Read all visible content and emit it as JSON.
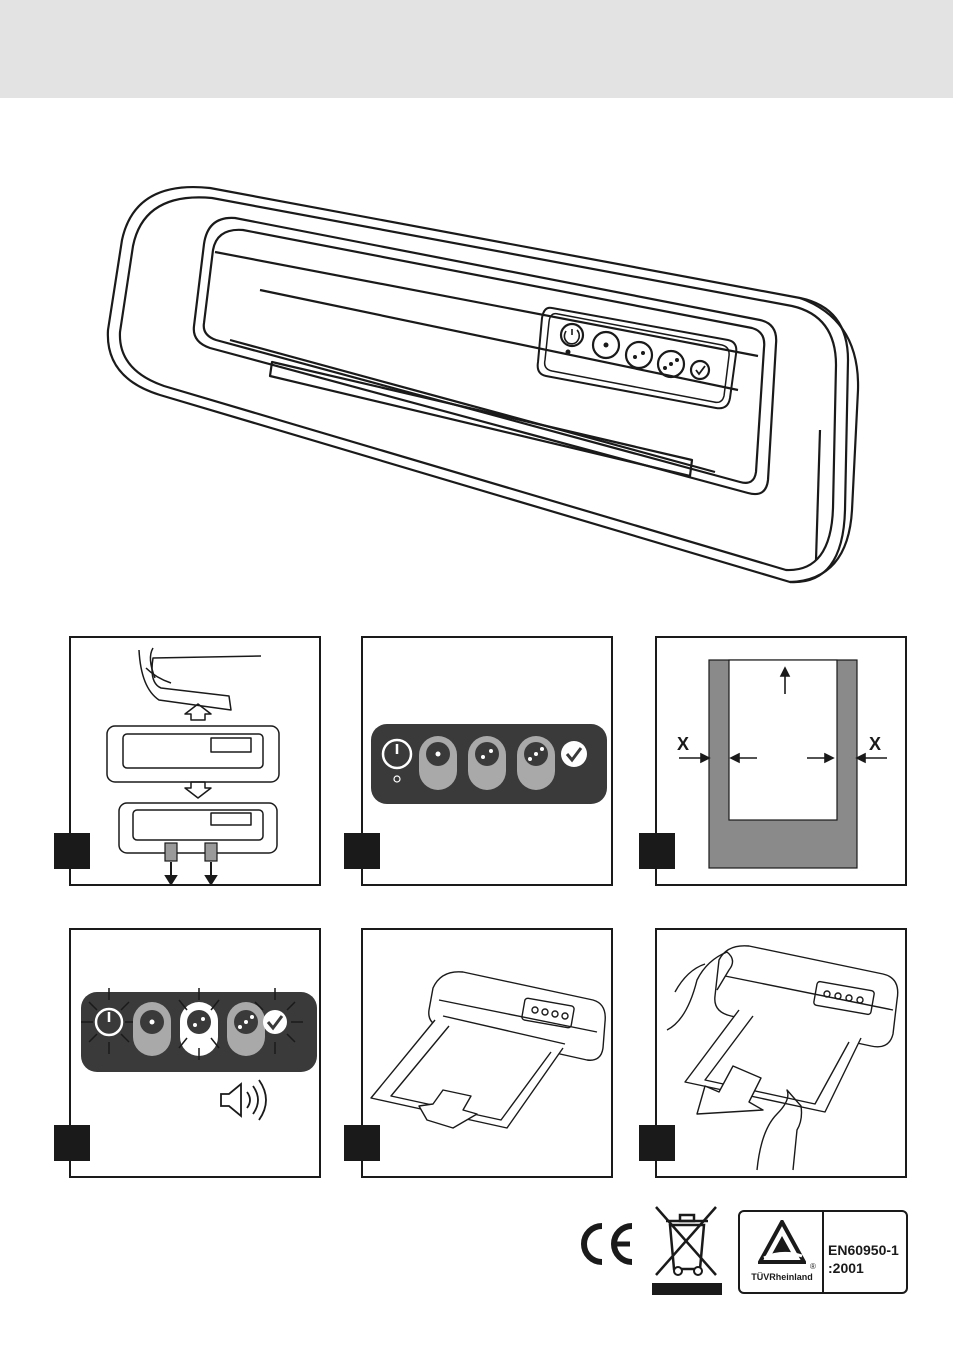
{
  "figure_labels": {
    "x_left": "X",
    "x_right": "X"
  },
  "certification": {
    "tuv_brand": "TÜVRheinland",
    "registered_mark": "®",
    "standard_line1": "EN60950-1",
    "standard_line2": ":2001"
  },
  "colors": {
    "header_band": "#e3e3e3",
    "ink": "#1a1a1a",
    "panel_dark": "#3a3a3a",
    "button_grey": "#a9a9a9",
    "pouch_grey": "#8a8a8a"
  },
  "icons": [
    "power-icon",
    "one-dot-icon",
    "two-dot-icon",
    "three-dot-icon",
    "check-icon",
    "speaker-icon",
    "ce-mark-icon",
    "weee-bin-icon",
    "tuv-logo-icon"
  ]
}
